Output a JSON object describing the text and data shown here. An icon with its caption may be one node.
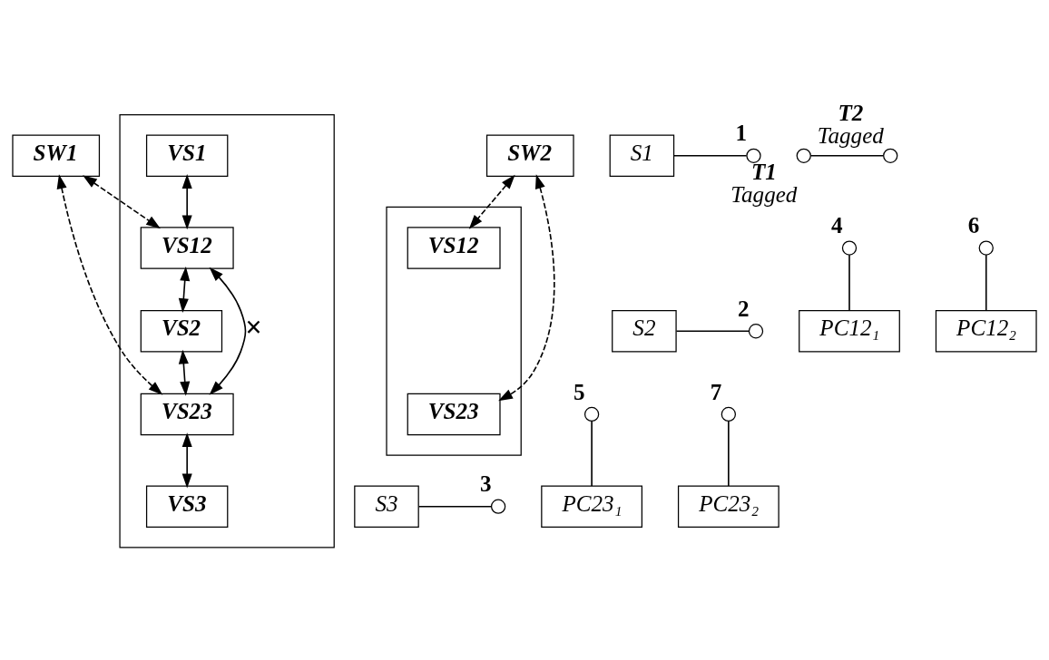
{
  "diagram": {
    "nodes": [
      {
        "text": [
          "SW1"
        ]
      },
      {
        "text": [],
        "shape": "box"
      },
      {
        "text": [
          "VS1"
        ],
        "in": 1
      },
      {
        "text": [
          "VS12"
        ],
        "in": 1
      },
      {
        "text": [
          "VS2"
        ],
        "in": 1
      },
      {
        "text": [
          "VS23"
        ],
        "in": 1
      },
      {
        "text": [
          "VS3"
        ],
        "in": 1
      },
      {
        "text": [
          "SW2"
        ]
      },
      {
        "text": [],
        "shape": "box"
      },
      {
        "text": [
          "VS12"
        ],
        "in": 8
      },
      {
        "text": [
          "VS23"
        ],
        "in": 8
      },
      {
        "text": [
          "S1"
        ]
      },
      {
        "text": [
          "S2"
        ]
      },
      {
        "text": [
          "S3"
        ]
      },
      {
        "text": [
          "PC12₁"
        ]
      },
      {
        "text": [
          "PC23₁"
        ]
      },
      {
        "text": [
          "PC12₂"
        ]
      },
      {
        "text": [
          "PC23₂"
        ]
      },
      {
        "text": [],
        "shape": "circle",
        "beside": [
          "1"
        ]
      },
      {
        "text": [],
        "shape": "circle",
        "beside": [
          "2"
        ]
      },
      {
        "text": [],
        "shape": "circle",
        "beside": [
          "3"
        ]
      },
      {
        "text": [],
        "shape": "circle",
        "beside": [
          "4"
        ]
      },
      {
        "text": [],
        "shape": "circle",
        "beside": [
          "5"
        ]
      },
      {
        "text": [],
        "shape": "circle",
        "beside": [
          "6"
        ]
      },
      {
        "text": [],
        "shape": "circle",
        "beside": [
          "7"
        ]
      },
      {
        "text": [],
        "shape": "circle",
        "beside": [
          "T1",
          "Tagged"
        ]
      },
      {
        "text": [],
        "shape": "circle",
        "beside": [
          "T2",
          "Tagged"
        ]
      }
    ],
    "edges": [
      {
        "from": 25,
        "to": 26,
        "arrow": "none"
      },
      {
        "from": 11,
        "to": 18,
        "arrow": "none"
      },
      {
        "from": 12,
        "to": 19,
        "arrow": "none"
      },
      {
        "from": 13,
        "to": 20,
        "arrow": "none"
      },
      {
        "from": 0,
        "to": 5,
        "arrow": "both",
        "style": "dashed"
      },
      {
        "from": 0,
        "to": 3,
        "arrow": "both",
        "style": "dashed"
      },
      {
        "from": 2,
        "to": 3,
        "arrow": "both"
      },
      {
        "from": 3,
        "to": 4,
        "arrow": "both"
      },
      {
        "from": 3,
        "to": 5,
        "arrow": "both",
        "label": "×"
      },
      {
        "from": 4,
        "to": 5,
        "arrow": "both"
      },
      {
        "from": 5,
        "to": 6,
        "arrow": "both"
      },
      {
        "from": 21,
        "to": 14,
        "arrow": "none"
      },
      {
        "from": 22,
        "to": 15,
        "arrow": "none"
      },
      {
        "from": 7,
        "to": 10,
        "arrow": "both",
        "style": "dashed"
      },
      {
        "from": 7,
        "to": 9,
        "arrow": "both",
        "style": "dashed"
      },
      {
        "from": 23,
        "to": 16,
        "arrow": "none"
      },
      {
        "from": 24,
        "to": 17,
        "arrow": "none"
      }
    ]
  }
}
